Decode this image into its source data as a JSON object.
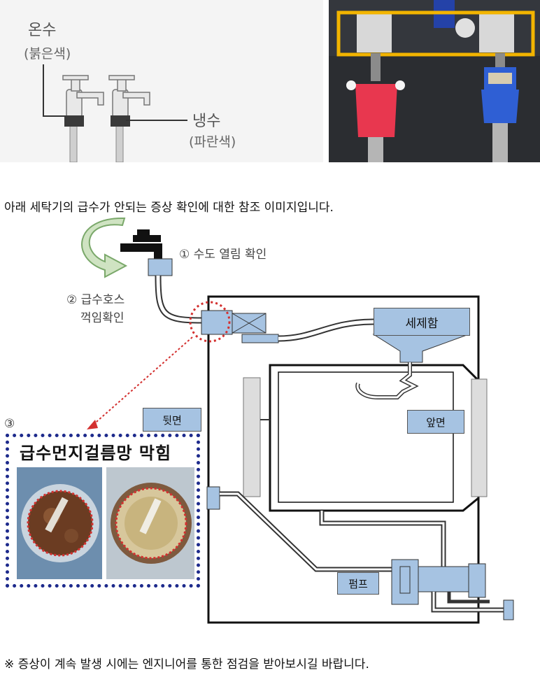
{
  "top_left": {
    "hot_label": "온수",
    "hot_sub": "(붉은색)",
    "cold_label": "냉수",
    "cold_sub": "(파란색)"
  },
  "caption": "아래 세탁기의 급수가 안되는 증상  확인에 대한 참조 이미지입니다.",
  "steps": {
    "step1": "① 수도 열림 확인",
    "step2_line1": "② 급수호스",
    "step2_line2": "꺽임확인",
    "step3": "③"
  },
  "filter": {
    "title": "급수먼지걸름망 막힘"
  },
  "tags": {
    "back": "뒷면",
    "front": "앞면",
    "detergent": "세제함",
    "pump": "펌프"
  },
  "footer": "※ 증상이  계속 발생 시에는 엔지니어를 통한 점검을 받아보시길 바랍니다.",
  "colors": {
    "part_fill": "#a6c3e2",
    "filter_border": "#1d2a8c",
    "highlight_red": "#d3302f",
    "frame_yellow": "#f2b400",
    "hot_red": "#e8374f",
    "cold_blue": "#2f5fd4"
  }
}
